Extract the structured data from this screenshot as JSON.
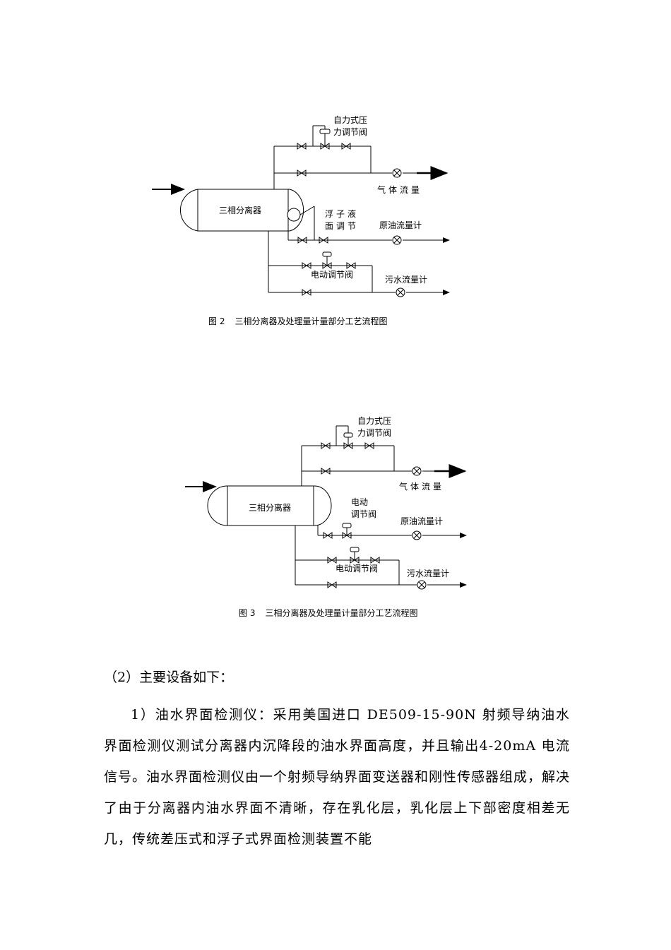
{
  "figure2": {
    "labels": {
      "pressure_valve_line1": "自力式压",
      "pressure_valve_line2": "力调节阀",
      "gas_flow": "气体流量",
      "separator": "三相分离器",
      "float_line1": "浮子液",
      "float_line2": "面调节",
      "crude_flow": "原油流量计",
      "electric_valve": "电动调节阀",
      "water_flow": "污水流量计"
    },
    "caption_num": "图 2",
    "caption_text": "三相分离器及处理量计量部分工艺流程图"
  },
  "figure3": {
    "labels": {
      "pressure_valve_line1": "自力式压",
      "pressure_valve_line2": "力调节阀",
      "gas_flow": "气体流量",
      "separator": "三相分离器",
      "elec_line1": "电动",
      "elec_line2": "调节阀",
      "crude_flow": "原油流量计",
      "electric_valve": "电动调节阀",
      "water_flow": "污水流量计"
    },
    "caption_num": "图 3",
    "caption_text": "三相分离器及处理量计量部分工艺流程图"
  },
  "body": {
    "heading": "（2）主要设备如下：",
    "paragraph": "1）油水界面检测仪：采用美国进口 DE509-15-90N 射频导纳油水界面检测仪测试分离器内沉降段的油水界面高度，并且输出4-20mA 电流信号。油水界面检测仪由一个射频导纳界面变送器和刚性传感器组成，解决了由于分离器内油水界面不清晰，存在乳化层，乳化层上下部密度相差无几，传统差压式和浮子式界面检测装置不能"
  }
}
